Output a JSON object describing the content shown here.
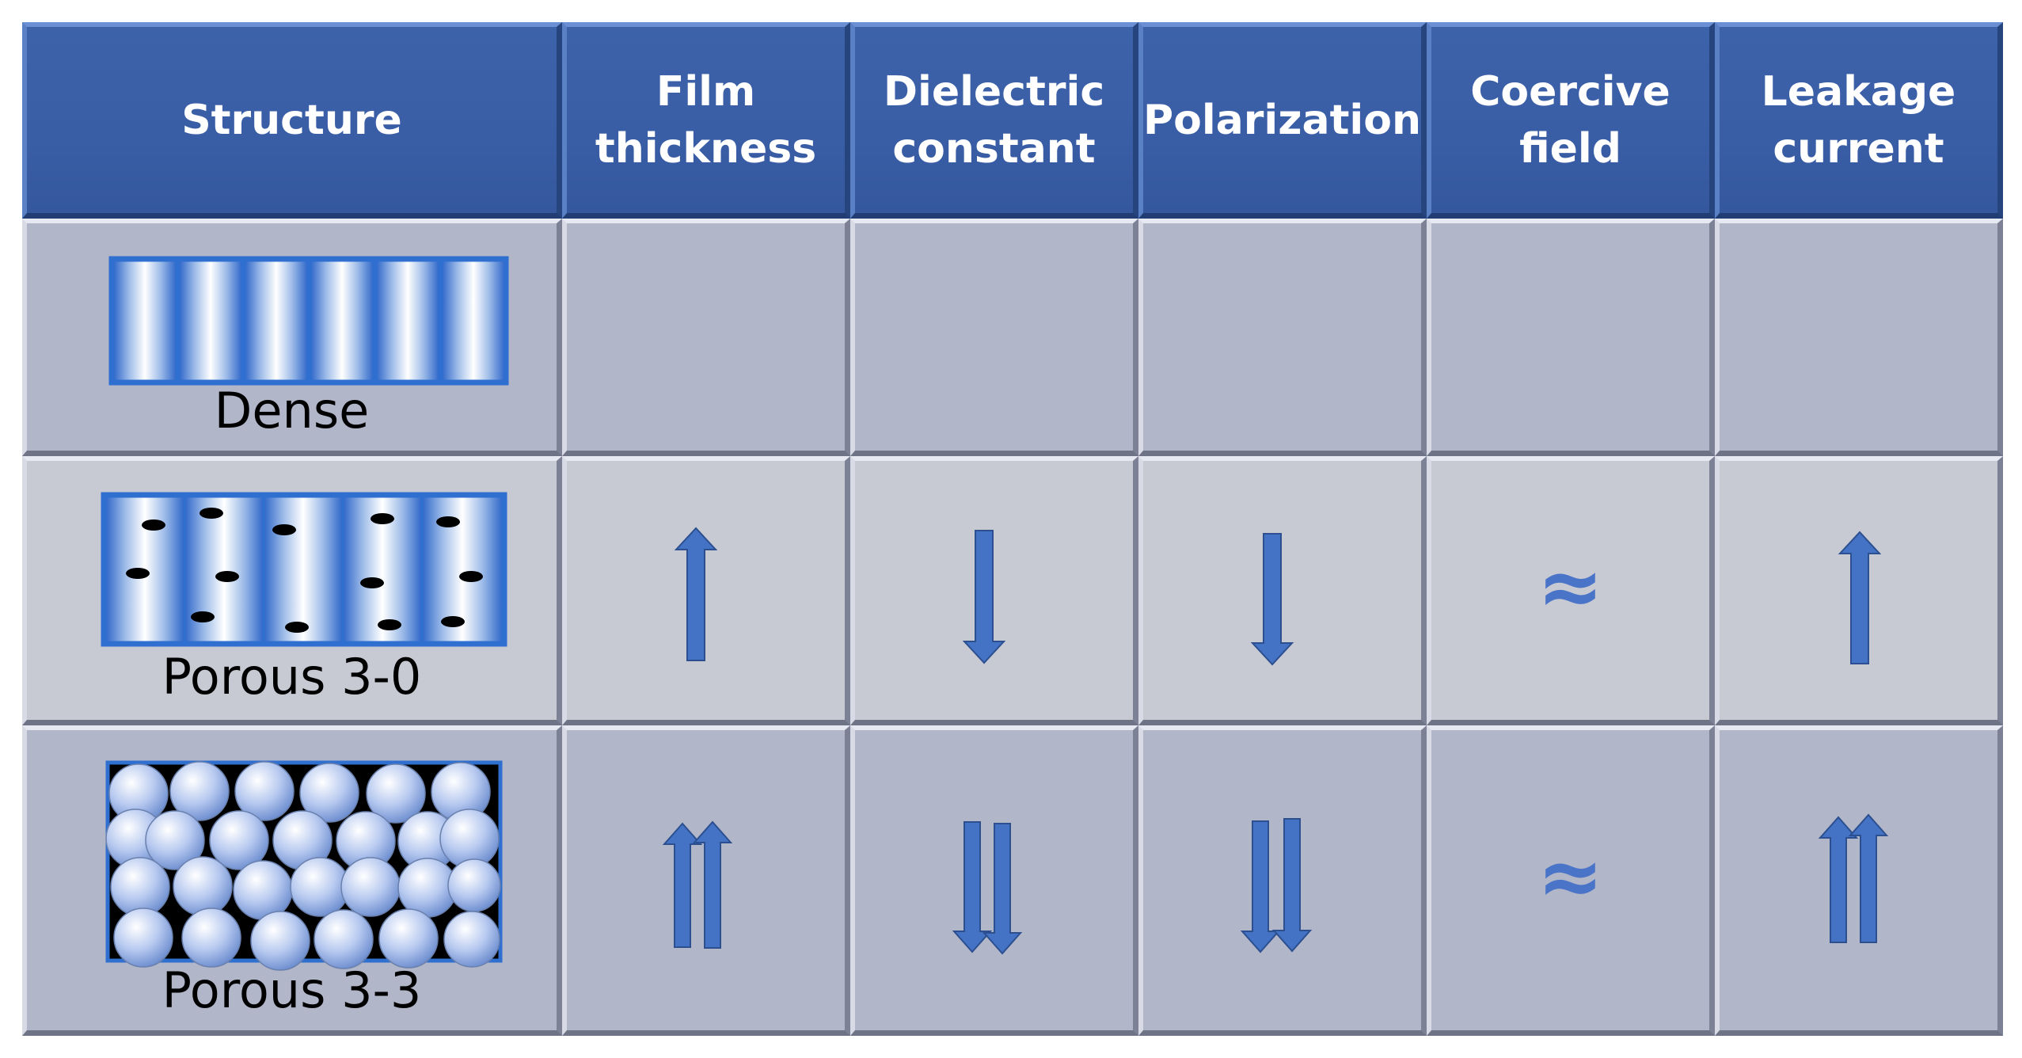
{
  "headers": [
    "Structure",
    "Film\nthickness",
    "Dielectric\nconstant",
    "Polarization",
    "Coercive\nfield",
    "Leakage\ncurrent"
  ],
  "rows": [
    {
      "structure": "Dense",
      "cells": [
        "",
        "",
        "",
        "",
        ""
      ]
    },
    {
      "structure": "Porous 3-0",
      "cells": [
        "up",
        "down",
        "down",
        "≈",
        "up"
      ]
    },
    {
      "structure": "Porous 3-3",
      "cells": [
        "up-double",
        "down-double",
        "down-double",
        "≈",
        "up-double"
      ]
    }
  ],
  "colors": {
    "header": "#3a5ea6",
    "arrow": "#4472c4",
    "approx": "#4a74c8",
    "row_dark": "#b1b6c9",
    "row_light": "#c7c9d3"
  }
}
